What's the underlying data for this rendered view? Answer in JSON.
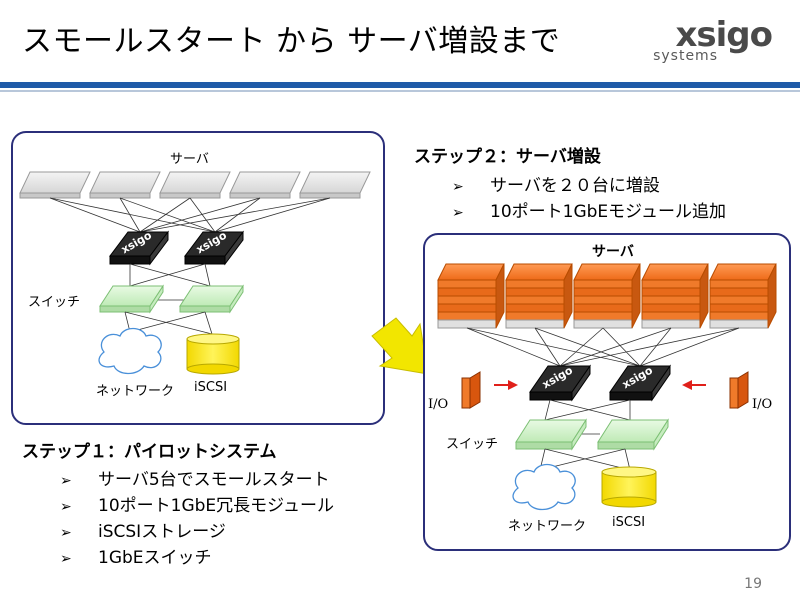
{
  "title": "スモールスタート から サーバ増設まで",
  "logo": {
    "main": "xsigo",
    "sub": "systems"
  },
  "left_diagram": {
    "server_label": "サーバ",
    "switch_label": "スイッチ",
    "network_label": "ネットワーク",
    "iscsi_label": "iSCSI",
    "device_brand": "xsigo"
  },
  "right_diagram": {
    "server_label": "サーバ",
    "switch_label": "スイッチ",
    "network_label": "ネットワーク",
    "iscsi_label": "iSCSI",
    "io_left": "I/O",
    "io_right": "I/O",
    "device_brand": "xsigo"
  },
  "step1": {
    "title": "ステップ１：パイロットシステム",
    "bullets": [
      "サーバ5台でスモールスタート",
      "10ポート1GbE冗長モジュール",
      "iSCSIストレージ",
      "1GbEスイッチ"
    ]
  },
  "step2": {
    "title": "ステップ２：サーバ増設",
    "bullets": [
      "サーバを２０台に増設",
      "10ポート1GbEモジュール追加"
    ]
  },
  "bullet_glyph": "➢",
  "page_number": "19",
  "colors": {
    "accent_blue": "#1f5ba8",
    "server_orange": "#f07a2a",
    "switch_green": "#d9f5d4",
    "storage_yellow": "#ffee33",
    "arrow_yellow": "#f2e600"
  }
}
